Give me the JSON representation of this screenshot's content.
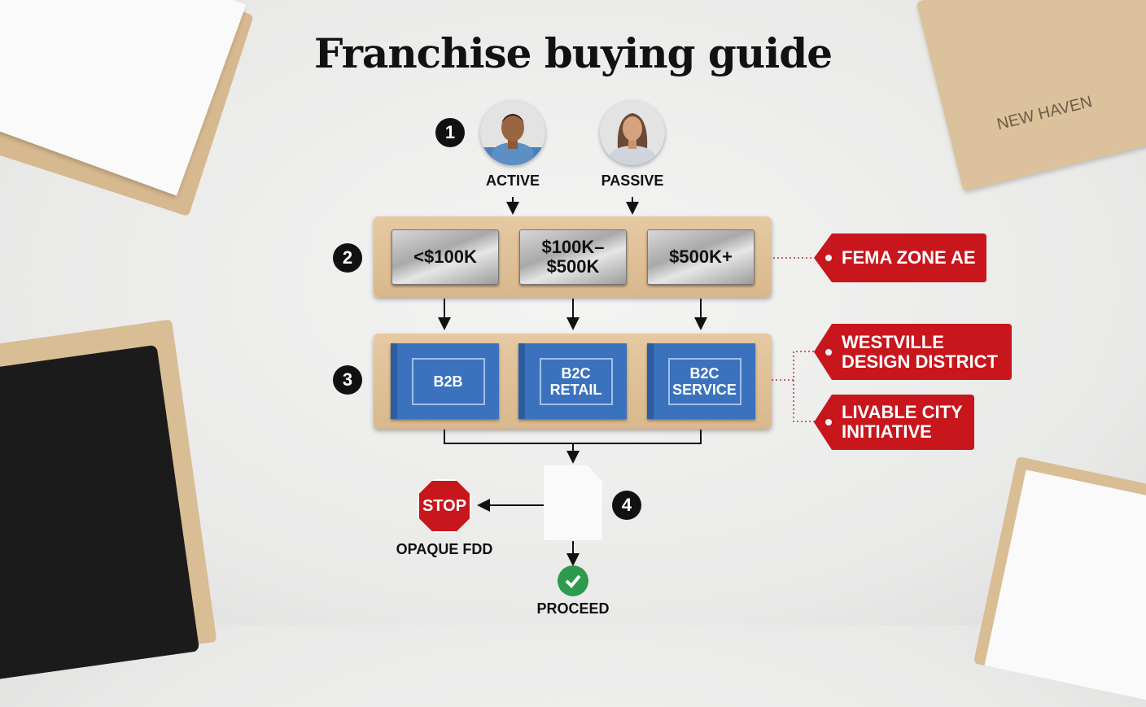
{
  "title": "Franchise buying guide",
  "steps": [
    "1",
    "2",
    "3",
    "4"
  ],
  "step1": {
    "options": [
      {
        "label": "ACTIVE",
        "icon": "man-avatar-icon"
      },
      {
        "label": "PASSIVE",
        "icon": "woman-avatar-icon"
      }
    ]
  },
  "step2": {
    "options": [
      "<$100K",
      "$100K–\n$500K",
      "$500K+"
    ],
    "tag": "FEMA ZONE AE"
  },
  "step3": {
    "options": [
      "B2B",
      "B2C\nRETAIL",
      "B2C\nSERVICE"
    ],
    "tags": [
      "WESTVILLE\nDESIGN DISTRICT",
      "LIVABLE CITY\nINITIATIVE"
    ]
  },
  "step4": {
    "stop_sign": "STOP",
    "stop_label": "OPAQUE FDD",
    "proceed_label": "PROCEED"
  },
  "decor": {
    "folder_label": "NEW HAVEN"
  },
  "colors": {
    "tag_red": "#c8161d",
    "blueprint": "#3a72bd",
    "check_green": "#2e9a4e"
  }
}
